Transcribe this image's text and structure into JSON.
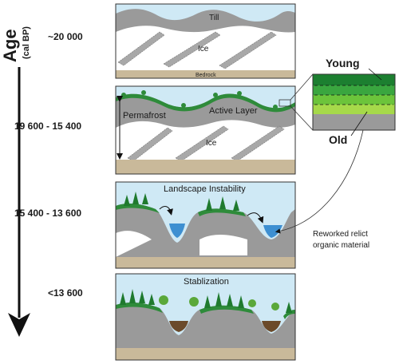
{
  "axis": {
    "title": "Age",
    "units": "(cal BP)"
  },
  "panels": [
    {
      "age": "~20 000",
      "title": "",
      "labels": {
        "till": "Till",
        "ice": "Ice",
        "bedrock": "Bedrock"
      }
    },
    {
      "age": "19 600 - 15 400",
      "title": "",
      "labels": {
        "permafrost": "Permafrost",
        "active_layer": "Active Layer",
        "ice": "Ice"
      }
    },
    {
      "age": "15 400 - 13 600",
      "title": "Landscape Instability",
      "labels": {}
    },
    {
      "age": "<13 600",
      "title": "Stablization",
      "labels": {}
    }
  ],
  "inset": {
    "young": "Young",
    "old": "Old"
  },
  "annotation": {
    "line1": "Reworked relict",
    "line2": "organic material"
  },
  "colors": {
    "sky": "#cfe9f5",
    "sediment": "#9a9a9a",
    "ice": "#ffffff",
    "bedrock": "#c9b99a",
    "vegetation": "#2e8b3a",
    "water": "#3d8fd1",
    "peat": "#6b4a2a"
  }
}
